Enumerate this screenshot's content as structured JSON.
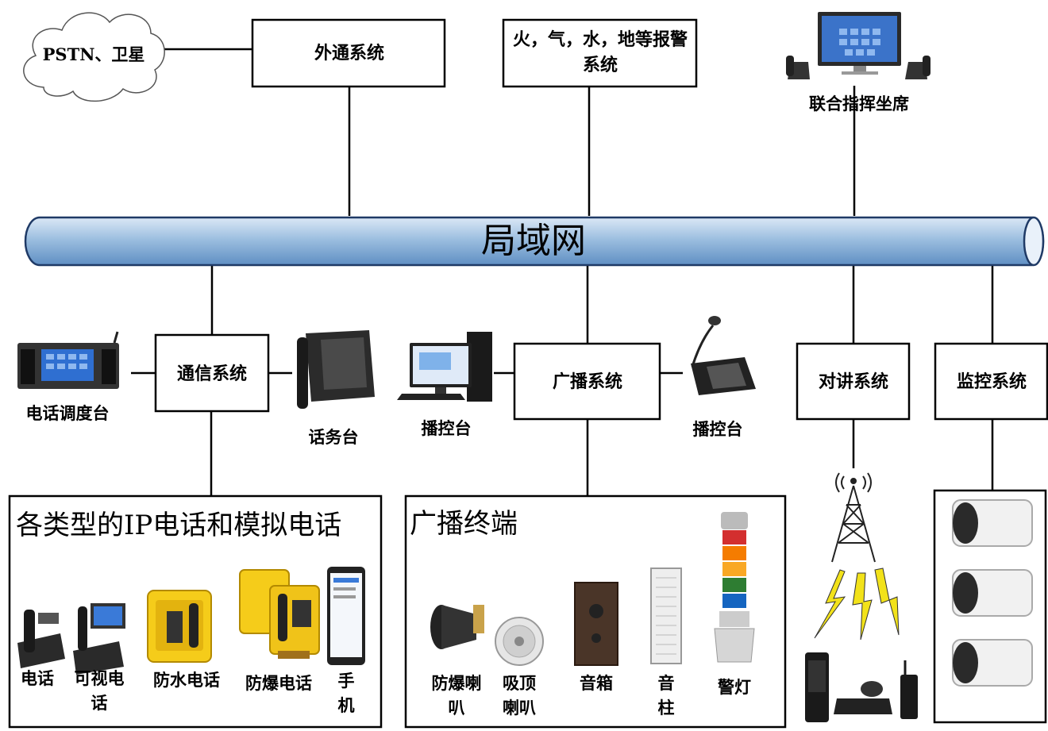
{
  "network": {
    "label": "局域网",
    "pipe_color": "#9dbfe0",
    "pipe_stroke": "#1f3a66"
  },
  "top": {
    "cloud_label": "PSTN、卫星",
    "external_system": "外通系统",
    "alarm_line1": "火，气，水，地等报警",
    "alarm_line2": "系统",
    "command_seat": "联合指挥坐席"
  },
  "systems": {
    "comm": "通信系统",
    "broadcast": "广播系统",
    "intercom": "对讲系统",
    "monitor": "监控系统"
  },
  "devices": {
    "dispatch_console": "电话调度台",
    "operator_console": "话务台",
    "broadcast_control_left": "播控台",
    "broadcast_control_right": "播控台"
  },
  "phone_group": {
    "title": "各类型的IP电话和模拟电话",
    "items": [
      "电话",
      "可视电",
      "话",
      "防水电话",
      "防爆电话",
      "手",
      "机"
    ]
  },
  "broadcast_group": {
    "title": "广播终端",
    "items": [
      "防爆喇",
      "叭",
      "吸顶",
      "喇叭",
      "音箱",
      "音",
      "柱",
      "警灯"
    ]
  },
  "colors": {
    "phone_yellow": "#f5cc1a",
    "lightning": "#f2e21a",
    "screen_blue": "#2f6fd1"
  }
}
